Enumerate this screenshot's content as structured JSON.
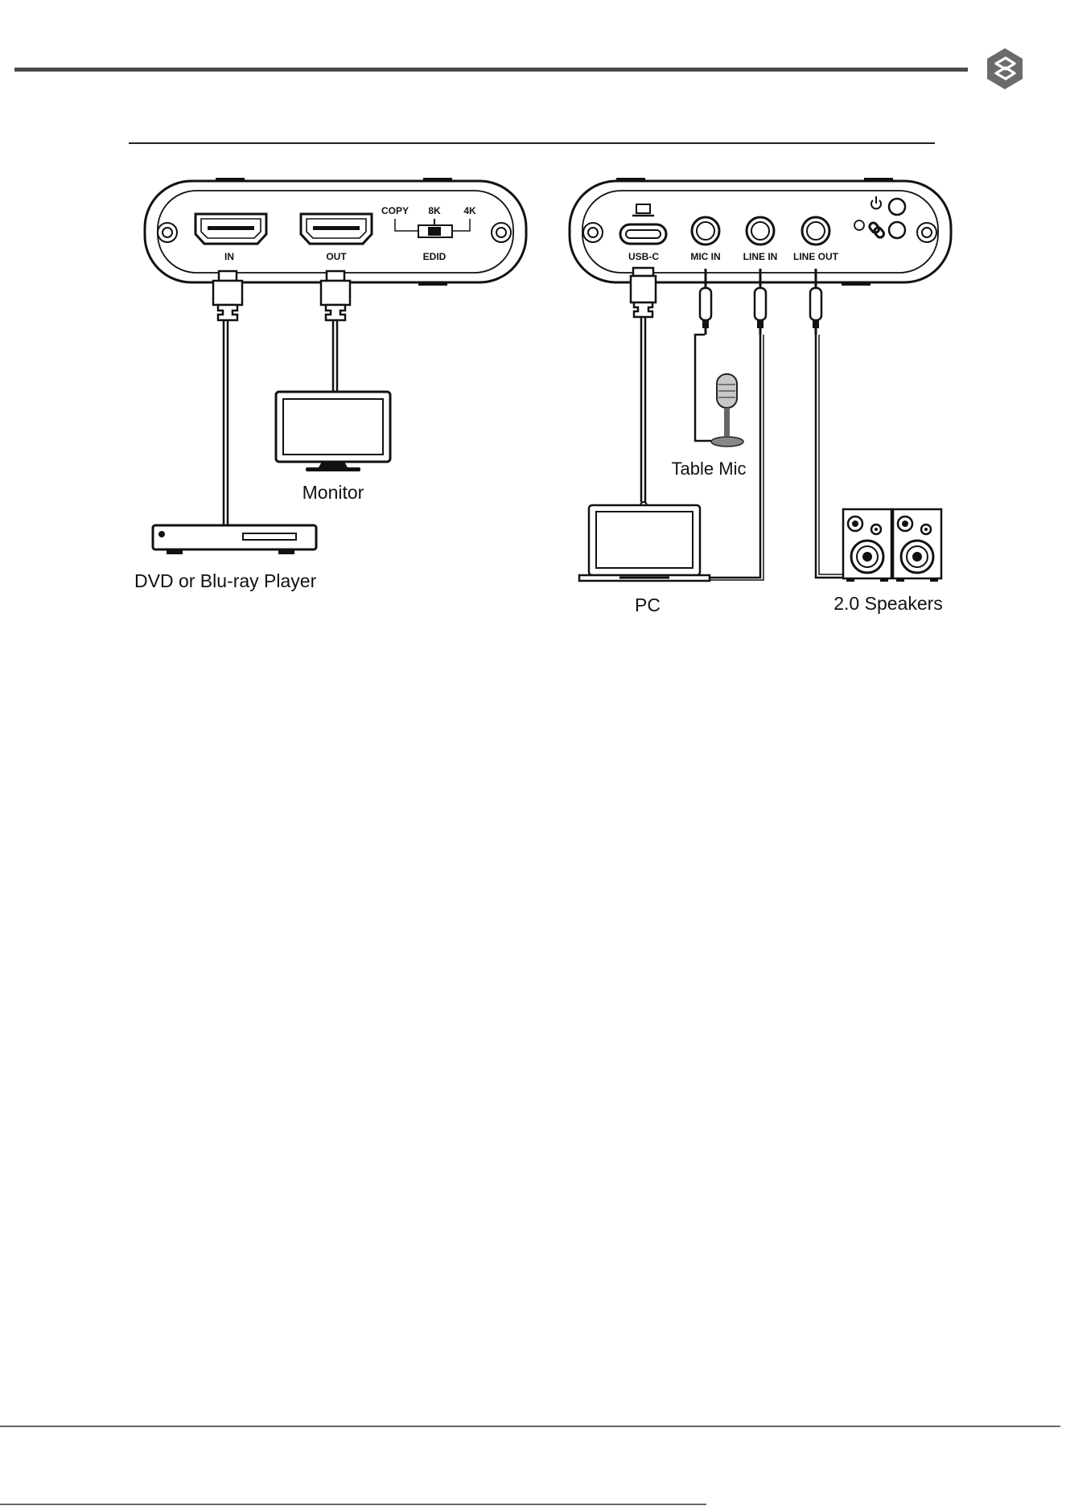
{
  "page": {
    "header_rule_color": "#4a4a4a",
    "logo_icon": "brand-hexagon-logo-icon",
    "footer_rule_color": "#666666"
  },
  "left_device": {
    "ports": {
      "hdmi_in": "IN",
      "hdmi_out": "OUT"
    },
    "edid": {
      "label": "EDID",
      "positions": [
        "COPY",
        "8K",
        "4K"
      ],
      "selected": "8K"
    },
    "connected": {
      "monitor": "Monitor",
      "player": "DVD or Blu-ray Player"
    }
  },
  "right_device": {
    "ports": {
      "usbc": "USB-C",
      "mic_in": "MIC IN",
      "line_in": "LINE IN",
      "line_out": "LINE OUT"
    },
    "icons": [
      "laptop-icon",
      "power-icon",
      "link-icon"
    ],
    "connected": {
      "mic": "Table Mic",
      "pc": "PC",
      "speakers": "2.0 Speakers"
    }
  }
}
